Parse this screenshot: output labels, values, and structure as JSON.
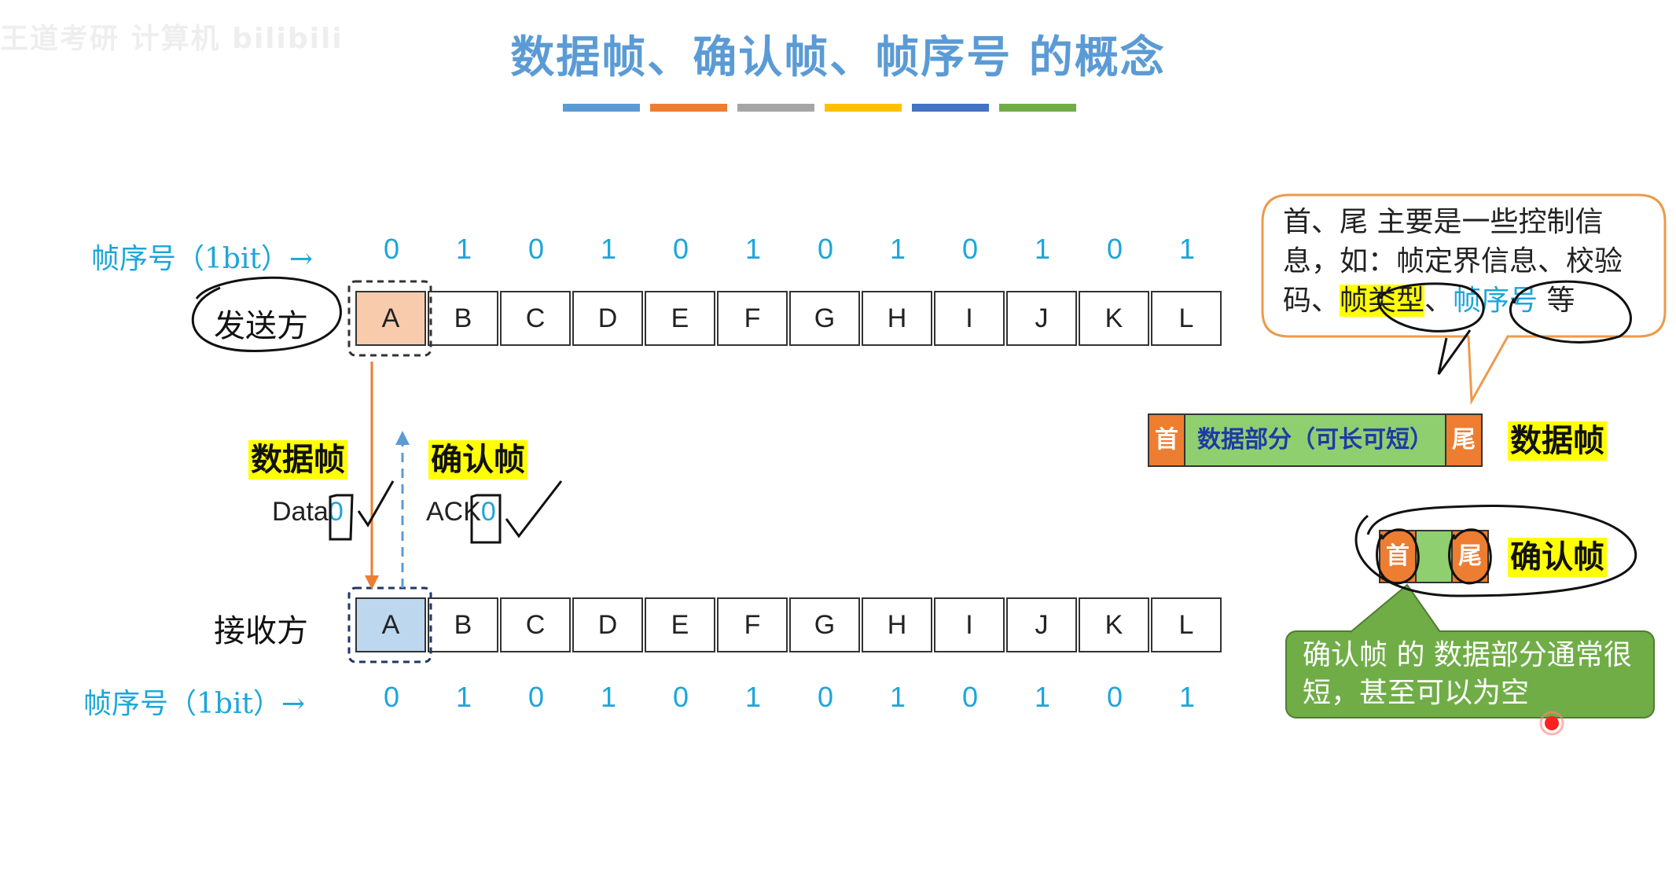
{
  "watermark": "王道考研 计算机 bilibili",
  "title": "数据帧、确认帧、帧序号 的概念",
  "title_bar_colors": [
    "#5b9bd5",
    "#ed7d31",
    "#a5a5a5",
    "#ffc000",
    "#4472c4",
    "#70ad47"
  ],
  "seq_label": "帧序号（1bit）→",
  "seq_numbers": [
    "0",
    "1",
    "0",
    "1",
    "0",
    "1",
    "0",
    "1",
    "0",
    "1",
    "0",
    "1"
  ],
  "frames": [
    "A",
    "B",
    "C",
    "D",
    "E",
    "F",
    "G",
    "H",
    "I",
    "J",
    "K",
    "L"
  ],
  "sender_label": "发送方",
  "receiver_label": "接收方",
  "data_frame_label": "数据帧",
  "ack_frame_label": "确认帧",
  "data_prefix": "Data",
  "data_num": "0",
  "ack_prefix": "ACK",
  "ack_num": "0",
  "callout": {
    "part1": "首、尾 主要是一些控制信息，如：帧定界信息、校验码、",
    "frame_type": "帧类型",
    "sep": "、",
    "frame_seq": "帧序号",
    "end": " 等"
  },
  "data_frame_struct": {
    "head": "首",
    "body": "数据部分（可长可短）",
    "tail": "尾",
    "label": "数据帧"
  },
  "ack_frame_struct": {
    "head": "首",
    "tail": "尾",
    "label": "确认帧"
  },
  "green_note": "确认帧 的 数据部分通常很短，甚至可以为空",
  "colors": {
    "sender_highlight": "#f8cbad",
    "receiver_highlight": "#bdd7ee",
    "arrow_orange": "#ed7d31",
    "arrow_blue": "#5b9bd5",
    "seq_color": "#1ba6d9"
  }
}
